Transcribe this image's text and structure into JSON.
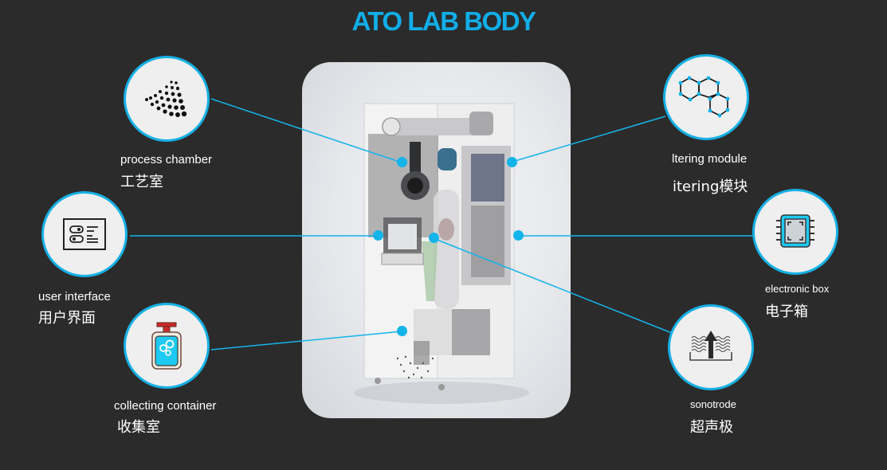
{
  "header": {
    "title": "ATO LAB BODY"
  },
  "colors": {
    "accent": "#12aee8",
    "background": "#2b2b2b",
    "node_fill": "#efefef"
  },
  "components": [
    {
      "id": "process-chamber",
      "icon": "particle-spray-icon",
      "label_en": "process chamber",
      "label_zh": "工艺室"
    },
    {
      "id": "user-interface",
      "icon": "control-panel-icon",
      "label_en": "user interface",
      "label_zh": "用户界面"
    },
    {
      "id": "collecting-container",
      "icon": "pump-bottle-icon",
      "label_en": "collecting container",
      "label_zh": "收集室"
    },
    {
      "id": "filtering-module",
      "icon": "hexagon-molecule-icon",
      "label_en": "ltering module",
      "label_zh": "itering模块"
    },
    {
      "id": "electronic-box",
      "icon": "microchip-icon",
      "label_en": "electronic box",
      "label_zh": "电子箱"
    },
    {
      "id": "sonotrode",
      "icon": "ultrasonic-wave-icon",
      "label_en": "sonotrode",
      "label_zh": "超声极"
    }
  ],
  "image": {
    "description": "ATO lab spray dryer machine cutaway render"
  }
}
